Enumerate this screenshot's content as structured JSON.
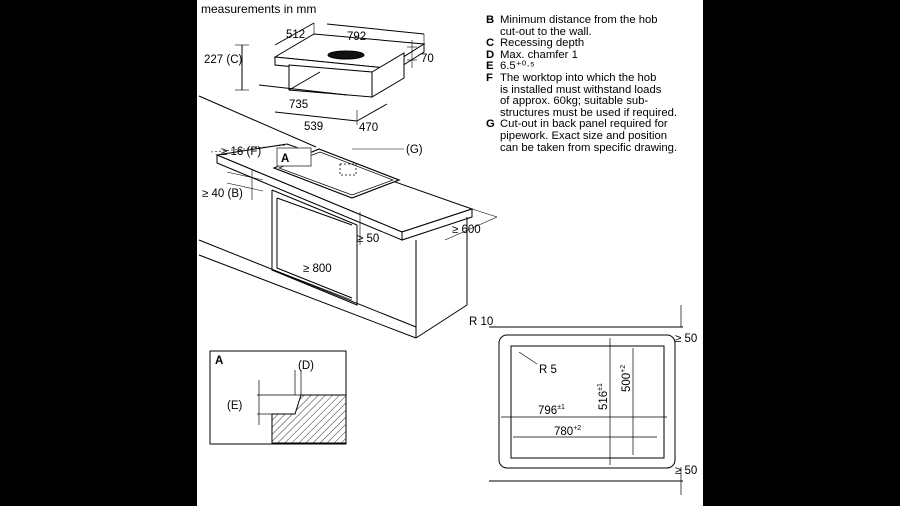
{
  "title": "measurements in mm",
  "notes": [
    {
      "key": "B",
      "lines": [
        "Minimum distance from the hob",
        "cut-out to the wall."
      ]
    },
    {
      "key": "C",
      "lines": [
        "Recessing depth"
      ]
    },
    {
      "key": "D",
      "lines": [
        "Max. chamfer 1"
      ]
    },
    {
      "key": "E",
      "lines": [
        "6.5⁺⁰·⁵"
      ]
    },
    {
      "key": "F",
      "lines": [
        "The worktop into which the hob",
        "is installed must withstand loads",
        "of approx. 60kg; suitable sub-",
        "structures must be used if required."
      ]
    },
    {
      "key": "G",
      "lines": [
        "Cut-out in back panel required for",
        "pipework. Exact size and position",
        "can be taken from specific drawing."
      ]
    }
  ],
  "hob": {
    "width": "792",
    "depth": "512",
    "height_label": "227 (C)",
    "top_thickness": "70",
    "cutout_width": "735",
    "cutout_depth": "539",
    "side": "470"
  },
  "worktop": {
    "f_label": "≥ 16 (F)",
    "b_label": "≥ 40 (B)",
    "g_label": "(G)",
    "gap": "≥ 50",
    "depth": "≥ 600",
    "cabinet_width": "≥ 800",
    "detail_marker": "A"
  },
  "detail": {
    "label": "A",
    "d_label": "(D)",
    "e_label": "(E)"
  },
  "cutout": {
    "r_outer": "R 10",
    "r_inner": "R 5",
    "top_gap": "≥ 50",
    "bottom_gap": "≥ 50",
    "w1": "796",
    "w1_tol": "±1",
    "w2": "780",
    "w2_tol": "+2",
    "h1": "516",
    "h1_tol": "±1",
    "h2": "500",
    "h2_tol": "+2"
  }
}
